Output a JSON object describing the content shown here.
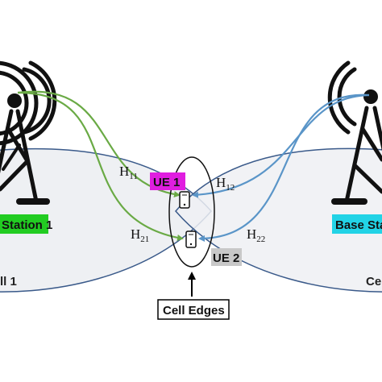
{
  "diagram": {
    "base_station_1": {
      "label": "Station 1",
      "color": "#22cc22"
    },
    "base_station_2": {
      "label": "Base Sta",
      "color": "#22d3e6"
    },
    "cell_1": {
      "label": "ll 1"
    },
    "cell_2": {
      "label": "Ce"
    },
    "ue_1": {
      "label": "UE 1",
      "color": "#e01ee0"
    },
    "ue_2": {
      "label": "UE 2",
      "color": "#c8c8c8"
    },
    "cell_edges": {
      "label": "Cell Edges"
    },
    "channels": {
      "h11": {
        "main": "H",
        "sub": "11"
      },
      "h12": {
        "main": "H",
        "sub": "12"
      },
      "h21": {
        "main": "H",
        "sub": "21"
      },
      "h22": {
        "main": "H",
        "sub": "22"
      }
    },
    "colors": {
      "green_link": "#6aaa45",
      "blue_link": "#5a95c8",
      "cell_fill": "#eef0f3",
      "cell_stroke": "#3a5a8a"
    }
  }
}
